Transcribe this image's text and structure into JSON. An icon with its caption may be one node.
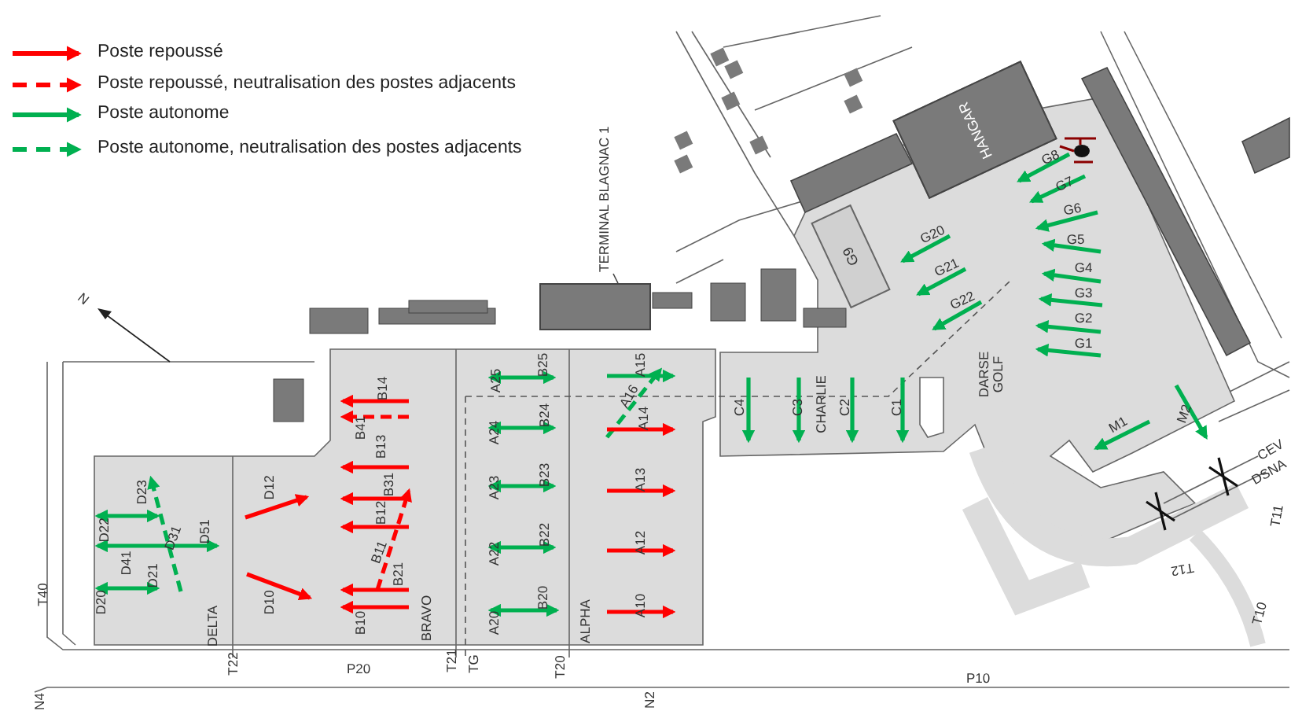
{
  "diagram": {
    "nodes": [
      {
        "text": [
          "TERMINAL BLAGNAC 1"
        ]
      },
      {
        "text": [],
        "shape": "box"
      },
      {
        "text": [
          "HANGAR"
        ]
      },
      {
        "text": [
          "G9"
        ]
      }
    ],
    "edges": [
      {
        "from": 0,
        "to": 1,
        "arrow": "none"
      }
    ],
    "labels": [
      "N",
      "G8",
      "G7",
      "G6",
      "G5",
      "G4",
      "G3",
      "G2",
      "G1",
      "G20",
      "G21",
      "G22",
      "DARSE GOLF",
      "A25",
      "B25",
      "A15",
      "A16",
      "C4",
      "C3",
      "CHARLIE",
      "C2",
      "C1",
      "B14",
      "B41",
      "A24",
      "B24",
      "A14",
      "M1",
      "M2",
      "B13",
      "CEV",
      "DSNA",
      "D23",
      "D12",
      "B31",
      "A23",
      "B23",
      "A13",
      "D22",
      "D31",
      "D51",
      "B12",
      "T11",
      "A22",
      "B22",
      "A12",
      "D41",
      "B11",
      "T12",
      "D21",
      "B21",
      "T40",
      "D20",
      "D10",
      "A20",
      "B20",
      "A10",
      "T10",
      "DELTA",
      "BRAVO",
      "B10",
      "ALPHA",
      "T22",
      "T21",
      "TG",
      "T20",
      "P20",
      "P10",
      "N4",
      "N2"
    ],
    "legend": [
      {
        "text": "Poste repoussé"
      },
      {
        "text": "Poste repoussé, neutralisation des postes adjacents"
      },
      {
        "text": "Poste autonome"
      },
      {
        "text": "Poste autonome, neutralisation des postes adjacents"
      }
    ]
  }
}
